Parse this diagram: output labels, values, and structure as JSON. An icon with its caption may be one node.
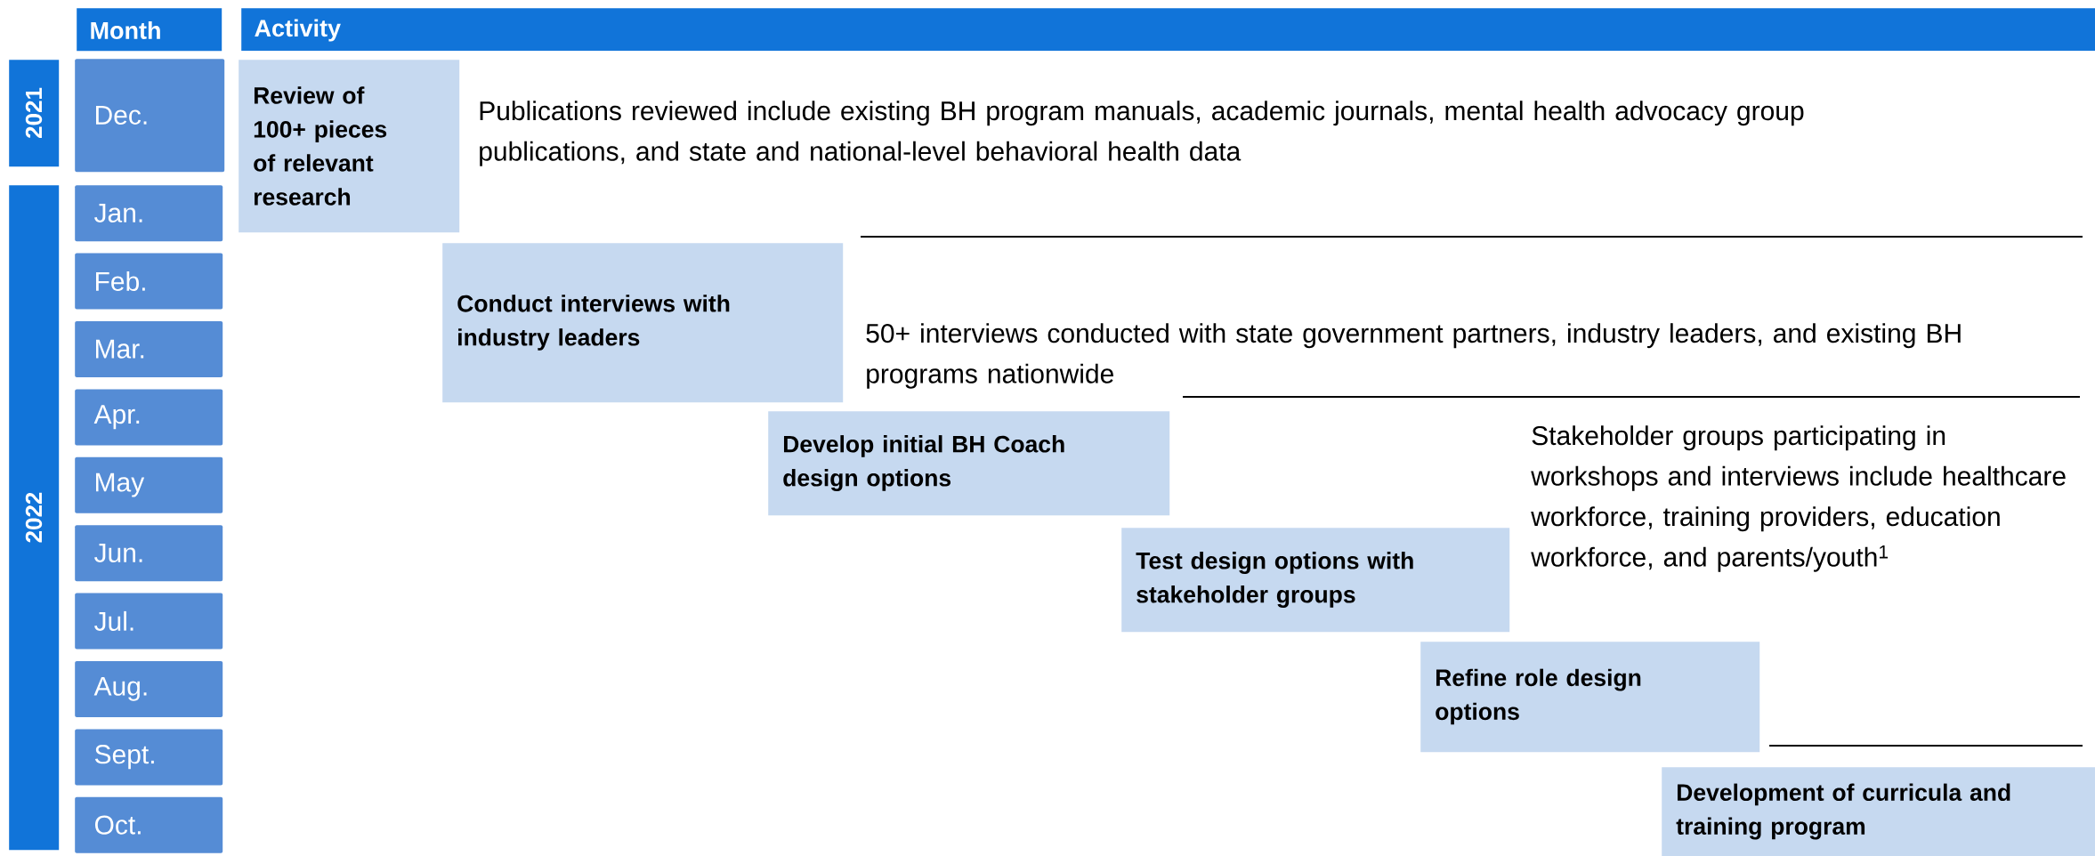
{
  "diagram": {
    "nodes": [
      {
        "text": [
          "Month"
        ]
      },
      {
        "text": [
          "Activity"
        ]
      },
      {
        "text": [
          "2021"
        ]
      },
      {
        "text": [
          "2022"
        ]
      },
      {
        "text": [
          "Dec."
        ]
      },
      {
        "text": [
          "Jan."
        ]
      },
      {
        "text": [
          "Feb."
        ]
      },
      {
        "text": [
          "Mar."
        ]
      },
      {
        "text": [
          "Apr."
        ]
      },
      {
        "text": [
          "May"
        ]
      },
      {
        "text": [
          "Jun."
        ]
      },
      {
        "text": [
          "Jul."
        ]
      },
      {
        "text": [
          "Aug."
        ]
      },
      {
        "text": [
          "Sept."
        ]
      },
      {
        "text": [
          "Oct."
        ]
      },
      {
        "text": [
          "Review of 100+ pieces of relevant research"
        ],
        "beside": [
          "Publications reviewed include existing BH program manuals, academic journals, mental health advocacy group publications, and state and national-level behavioral health data"
        ]
      },
      {
        "text": [
          "Conduct interviews with industry leaders"
        ],
        "beside": [
          "50+ interviews conducted with state government partners, industry leaders, and existing BH programs nationwide"
        ]
      },
      {
        "text": [
          "Develop initial BH Coach design options"
        ]
      },
      {
        "text": [
          "Test design options with stakeholder groups"
        ],
        "beside": [
          "Stakeholder groups participating in workshops and interviews include healthcare workforce, training providers, education workforce, and parents/youth$^{1}$"
        ]
      },
      {
        "text": [
          "Refine role design options"
        ]
      },
      {
        "text": [
          "Development of curricula and training program"
        ]
      }
    ]
  }
}
